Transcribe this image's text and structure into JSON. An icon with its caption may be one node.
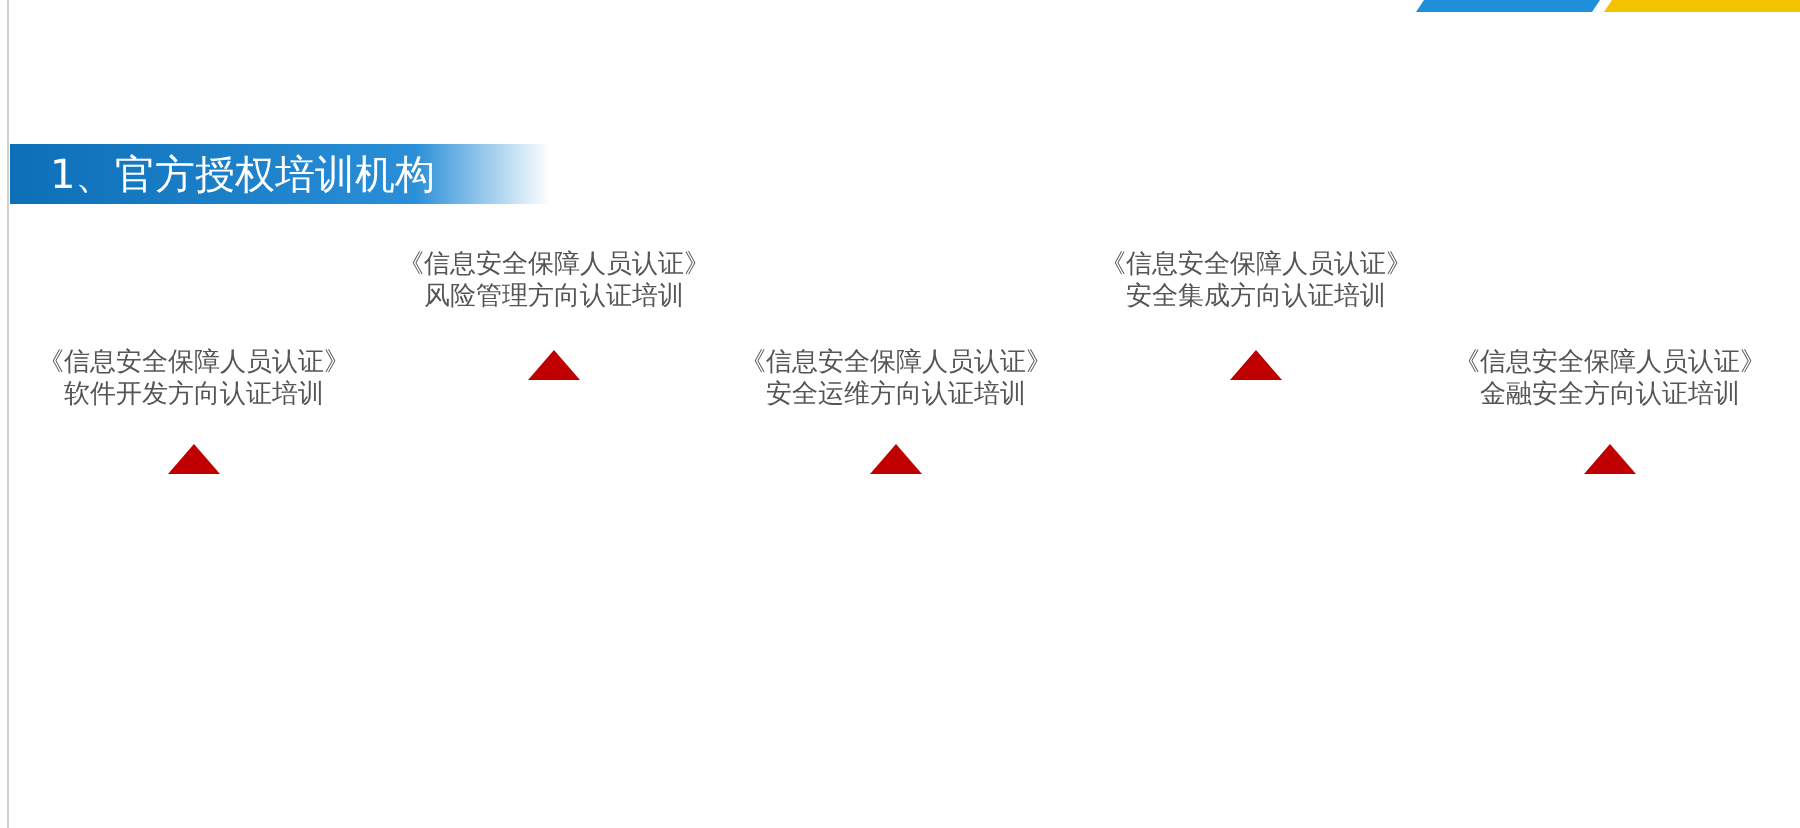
{
  "diagram": {
    "title": "1、官方授权培训机构",
    "labels": [
      "《信息安全保障人员认证》",
      "软件开发方向认证培训",
      "《信息安全保障人员认证》",
      "风险管理方向认证培训",
      "《信息安全保障人员认证》",
      "安全运维方向认证培训",
      "《信息安全保障人员认证》",
      "安全集成方向认证培训",
      "《信息安全保障人员认证》",
      "金融安全方向认证培训"
    ]
  }
}
